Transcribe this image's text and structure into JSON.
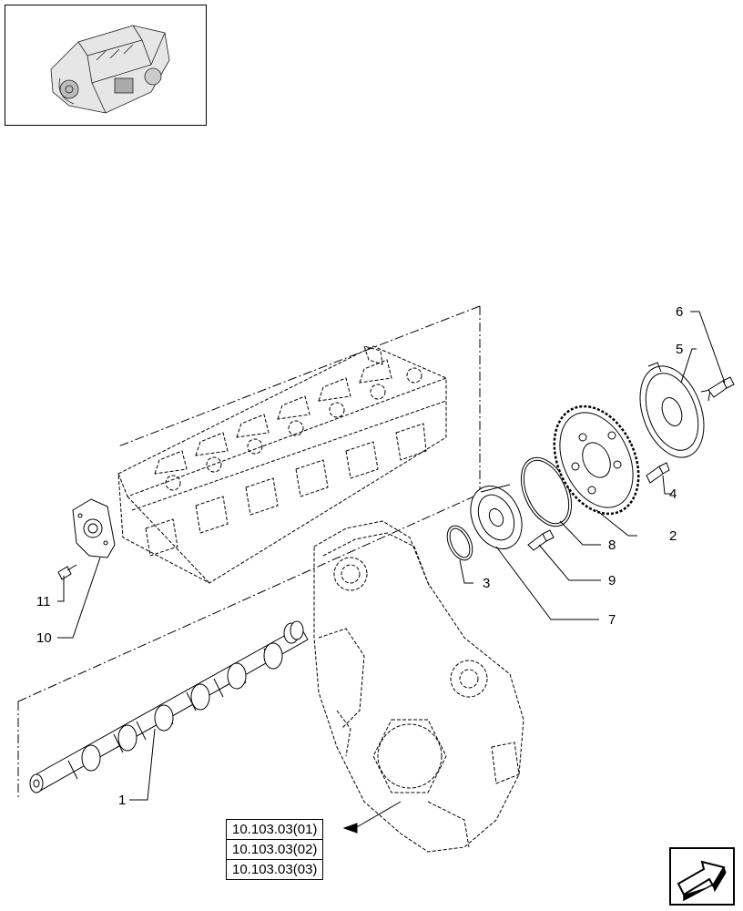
{
  "callouts": [
    {
      "id": "1",
      "label": "1"
    },
    {
      "id": "2",
      "label": "2"
    },
    {
      "id": "3",
      "label": "3"
    },
    {
      "id": "4",
      "label": "4"
    },
    {
      "id": "5",
      "label": "5"
    },
    {
      "id": "6",
      "label": "6"
    },
    {
      "id": "7",
      "label": "7"
    },
    {
      "id": "8",
      "label": "8"
    },
    {
      "id": "9",
      "label": "9"
    },
    {
      "id": "10",
      "label": "10"
    },
    {
      "id": "11",
      "label": "11"
    }
  ],
  "references": [
    "10.103.03(01)",
    "10.103.03(02)",
    "10.103.03(03)"
  ],
  "icons": {
    "thumbnail": "engine-thumbnail-icon",
    "navigation": "next-page-arrow-icon"
  }
}
